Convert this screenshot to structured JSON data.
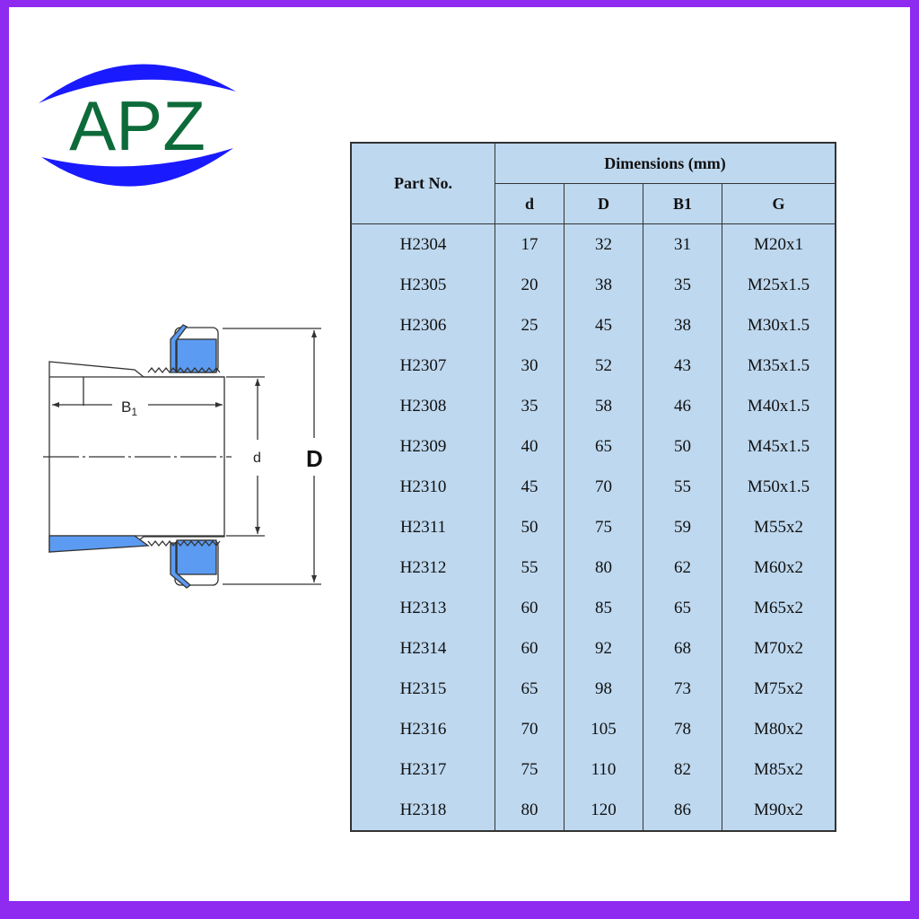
{
  "logo": {
    "text": "APZ",
    "arc_color": "#1a1aff",
    "text_color": "#0d6b3a"
  },
  "diagram": {
    "labels": {
      "b1": "B",
      "b1_sub": "1",
      "d": "d",
      "D": "D"
    },
    "accent_color": "#5b9bf2"
  },
  "table": {
    "header_part": "Part No.",
    "header_group": "Dimensions (mm)",
    "columns": [
      "d",
      "D",
      "B1",
      "G"
    ],
    "rows": [
      [
        "H2304",
        "17",
        "32",
        "31",
        "M20x1"
      ],
      [
        "H2305",
        "20",
        "38",
        "35",
        "M25x1.5"
      ],
      [
        "H2306",
        "25",
        "45",
        "38",
        "M30x1.5"
      ],
      [
        "H2307",
        "30",
        "52",
        "43",
        "M35x1.5"
      ],
      [
        "H2308",
        "35",
        "58",
        "46",
        "M40x1.5"
      ],
      [
        "H2309",
        "40",
        "65",
        "50",
        "M45x1.5"
      ],
      [
        "H2310",
        "45",
        "70",
        "55",
        "M50x1.5"
      ],
      [
        "H2311",
        "50",
        "75",
        "59",
        "M55x2"
      ],
      [
        "H2312",
        "55",
        "80",
        "62",
        "M60x2"
      ],
      [
        "H2313",
        "60",
        "85",
        "65",
        "M65x2"
      ],
      [
        "H2314",
        "60",
        "92",
        "68",
        "M70x2"
      ],
      [
        "H2315",
        "65",
        "98",
        "73",
        "M75x2"
      ],
      [
        "H2316",
        "70",
        "105",
        "78",
        "M80x2"
      ],
      [
        "H2317",
        "75",
        "110",
        "82",
        "M85x2"
      ],
      [
        "H2318",
        "80",
        "120",
        "86",
        "M90x2"
      ]
    ]
  }
}
